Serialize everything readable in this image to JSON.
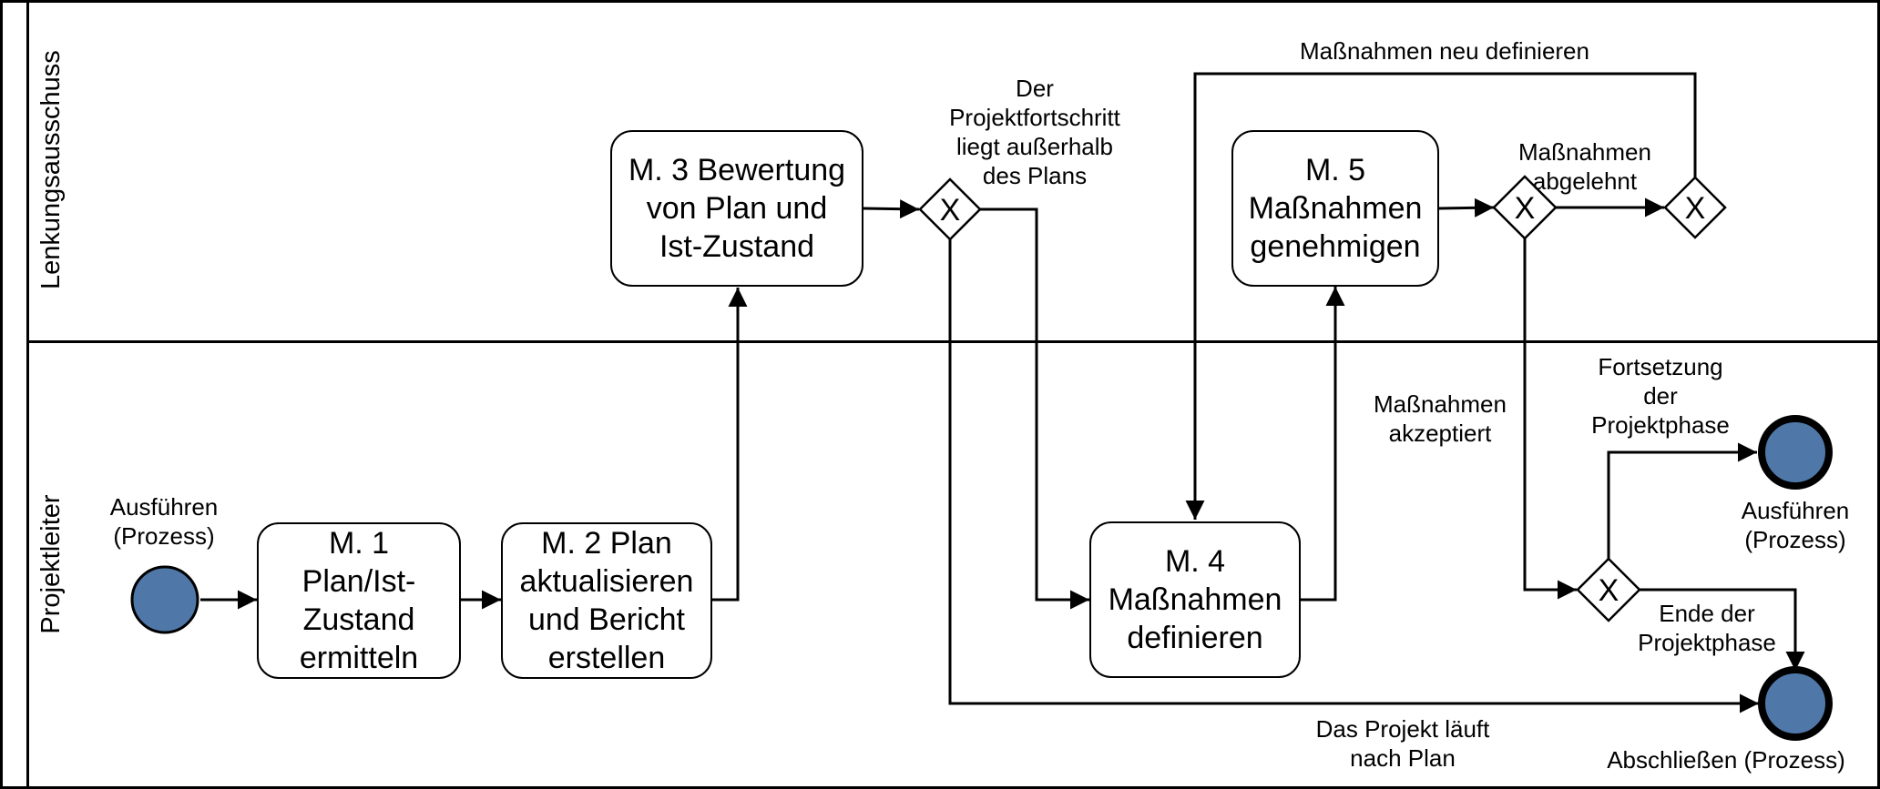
{
  "lanes": {
    "top": "Lenkungsausschuss",
    "bottom": "Projektleiter"
  },
  "tasks": {
    "m1": "M. 1\nPlan/Ist-\nZustand\nermitteln",
    "m2": "M. 2 Plan\naktualisieren\nund Bericht\nerstellen",
    "m3": "M. 3 Bewertung\nvon Plan und\nIst-Zustand",
    "m4": "M. 4\nMaßnahmen\ndefinieren",
    "m5": "M. 5\nMaßnahmen\ngenehmigen"
  },
  "gateway_symbol": "X",
  "events": {
    "start": "Ausführen\n(Prozess)",
    "end_execute": "Ausführen\n(Prozess)",
    "end_close": "Abschließen (Prozess)"
  },
  "flow_labels": {
    "outside_plan": "Der\nProjektfortschritt\nliegt außerhalb\ndes Plans",
    "on_plan": "Das Projekt läuft\nnach Plan",
    "redefine": "Maßnahmen neu definieren",
    "rejected": "Maßnahmen\nabgelehnt",
    "accepted": "Maßnahmen\nakzeptiert",
    "continue": "Fortsetzung\nder\nProjektphase",
    "end_phase": "Ende der\nProjektphase"
  },
  "colors": {
    "event_fill": "#4F78A8",
    "stroke": "#000000"
  }
}
